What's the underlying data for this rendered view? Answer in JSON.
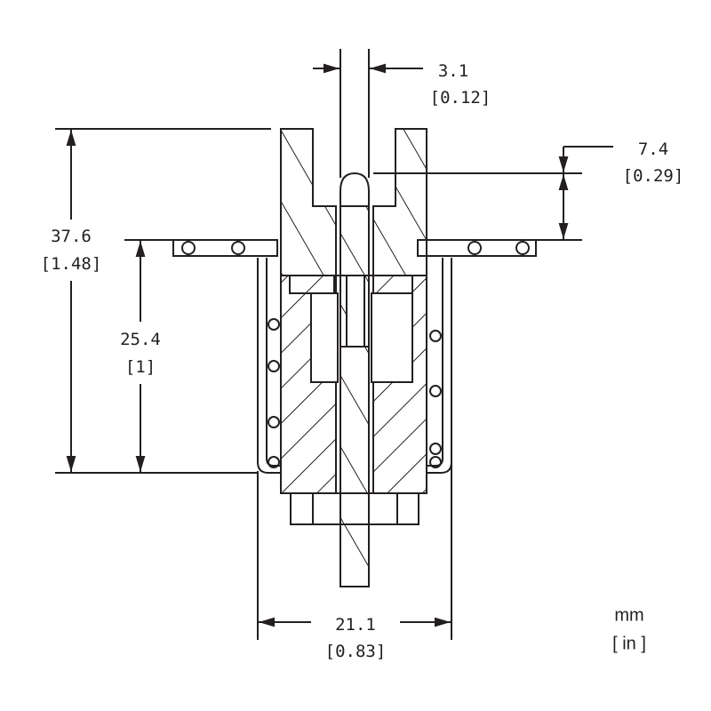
{
  "dimensions": {
    "pin_diameter": {
      "mm": "3.1",
      "in": "[0.12]"
    },
    "overall_height": {
      "mm": "37.6",
      "in": "[1.48]"
    },
    "body_depth": {
      "mm": "25.4",
      "in": "[1]"
    },
    "top_protrusion": {
      "mm": "7.4",
      "in": "[0.29]"
    },
    "body_width": {
      "mm": "21.1",
      "in": "[0.83]"
    }
  },
  "units": {
    "primary": "mm",
    "secondary": "[ in ]"
  },
  "colors": {
    "line": "#231f20",
    "background": "#ffffff"
  }
}
